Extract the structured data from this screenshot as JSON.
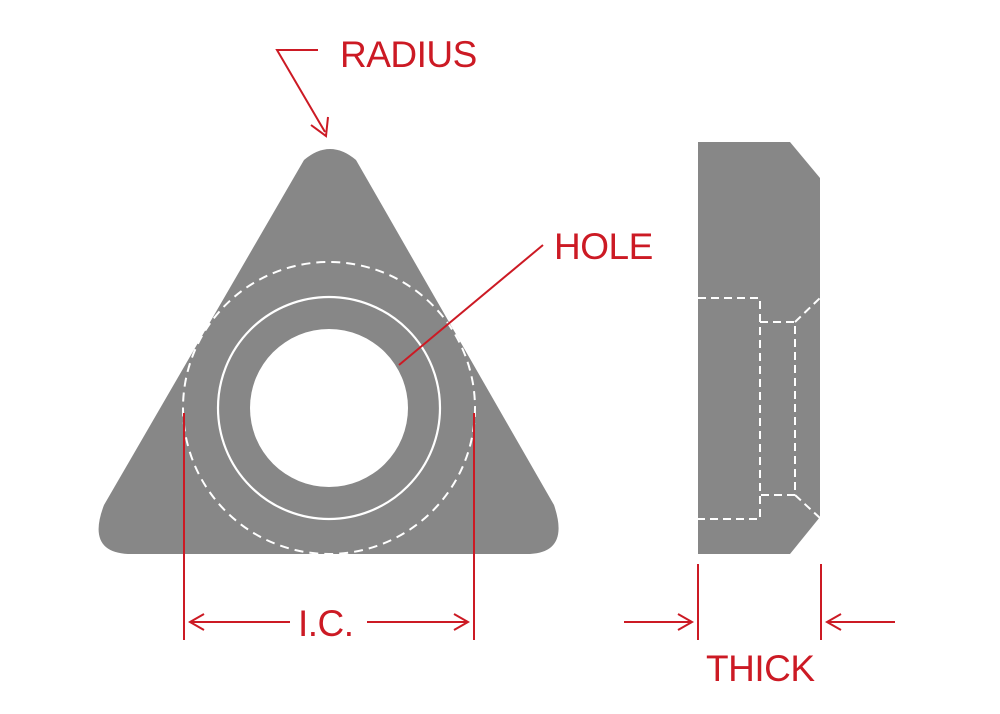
{
  "diagram": {
    "subject": "Triangular cutting insert dimensions",
    "colors": {
      "part_fill": "#878787",
      "annotation": "#cc1a24",
      "hidden_lines": "#ffffff",
      "background": "#ffffff"
    },
    "labels": {
      "radius": "RADIUS",
      "hole": "HOLE",
      "ic": "I.C.",
      "thick": "THICK"
    },
    "views": {
      "top_view": "triangle insert with center hole and inscribed circle",
      "side_view": "insert profile with chamfered edge and countersunk hole (hidden lines)"
    }
  }
}
